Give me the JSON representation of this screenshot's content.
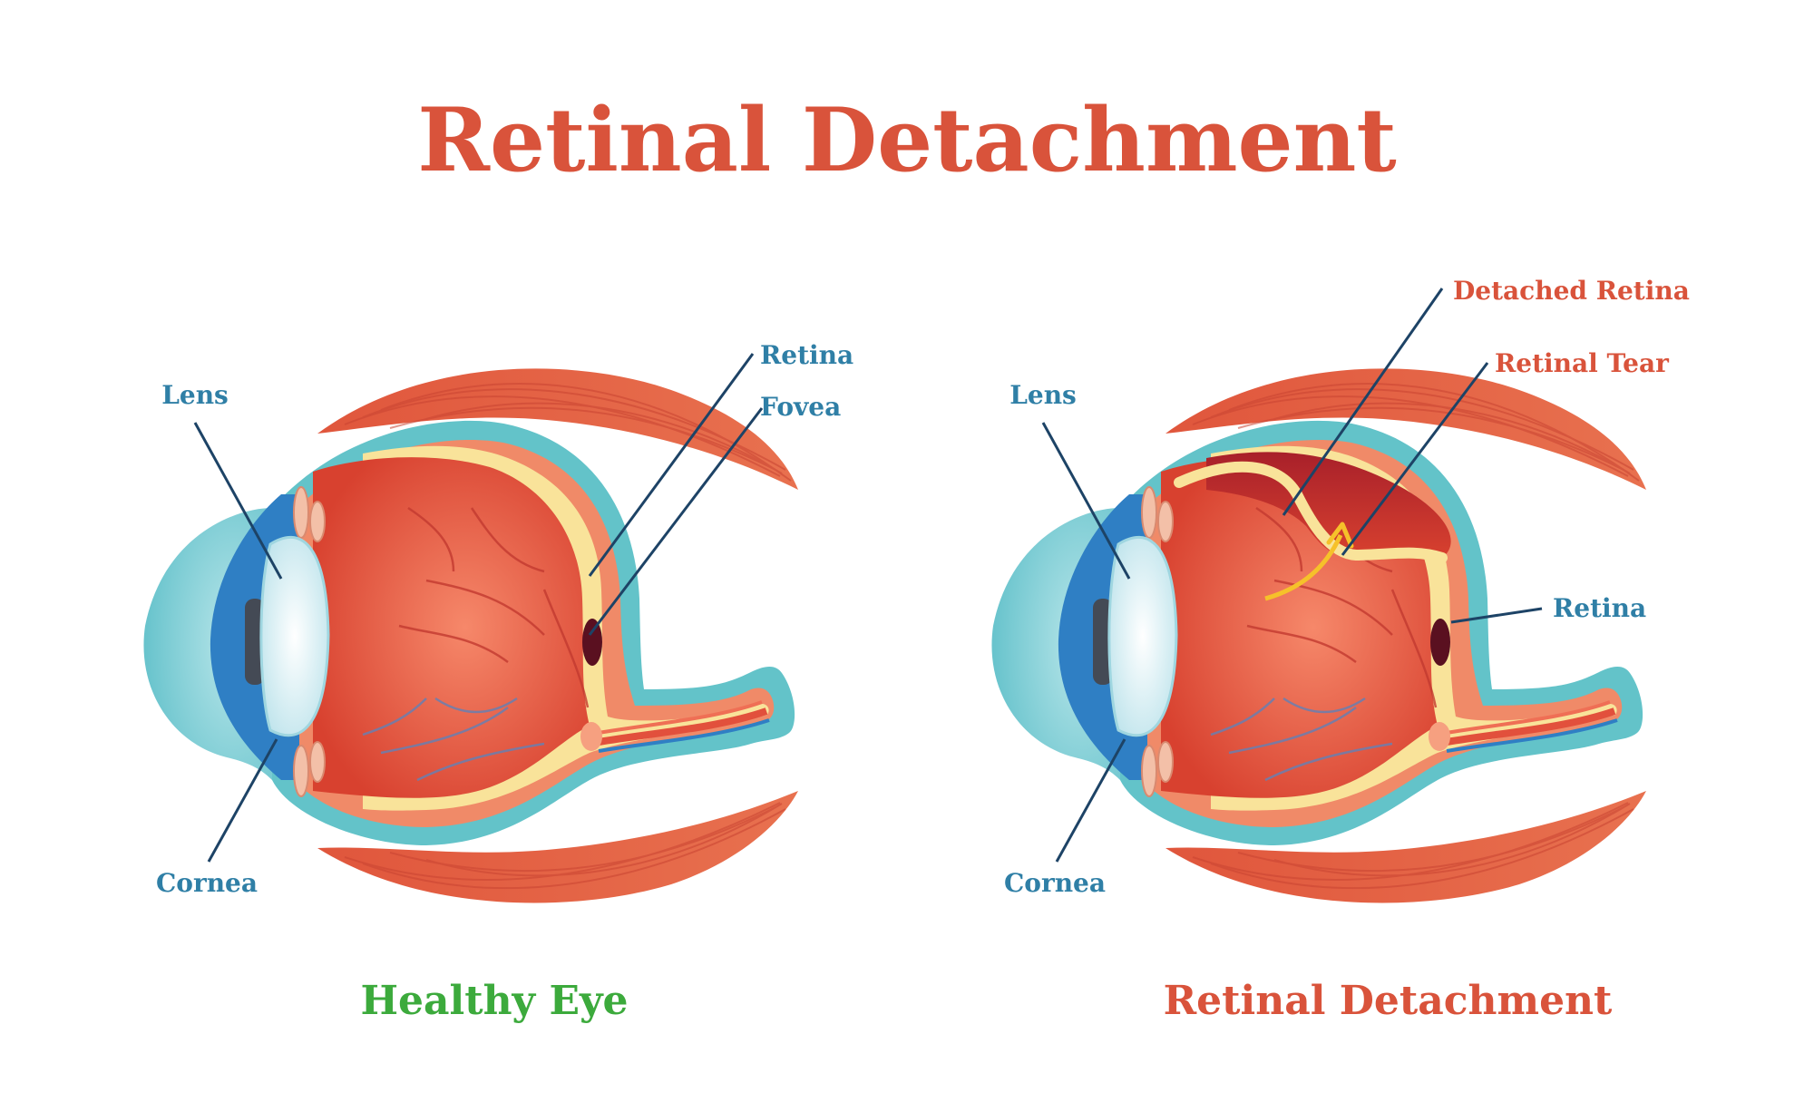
{
  "title": "Retinal Detachment",
  "colors": {
    "title": "#d9533b",
    "blue_label": "#2f7fa6",
    "red_label": "#d9533b",
    "green_label": "#3caa3c",
    "leader": "#1d4366",
    "muscle": "#e0563c",
    "sclera_outline": "#63c3c9",
    "sclera": "#f08a68",
    "retina_layer": "#f9e39a",
    "inner_eye": "#e2503c",
    "cornea": "#8fd1d6",
    "iris": "#2f7fc4",
    "lens": "#dff2f6",
    "fovea": "#5a1020",
    "arrow": "#f6c12a"
  },
  "healthy": {
    "caption": "Healthy Eye",
    "labels": {
      "lens": "Lens",
      "cornea": "Cornea",
      "retina": "Retina",
      "fovea": "Fovea"
    }
  },
  "detached": {
    "caption": "Retinal Detachment",
    "labels": {
      "lens": "Lens",
      "cornea": "Cornea",
      "retina": "Retina",
      "detached_retina": "Detached Retina",
      "retinal_tear": "Retinal Tear"
    }
  }
}
